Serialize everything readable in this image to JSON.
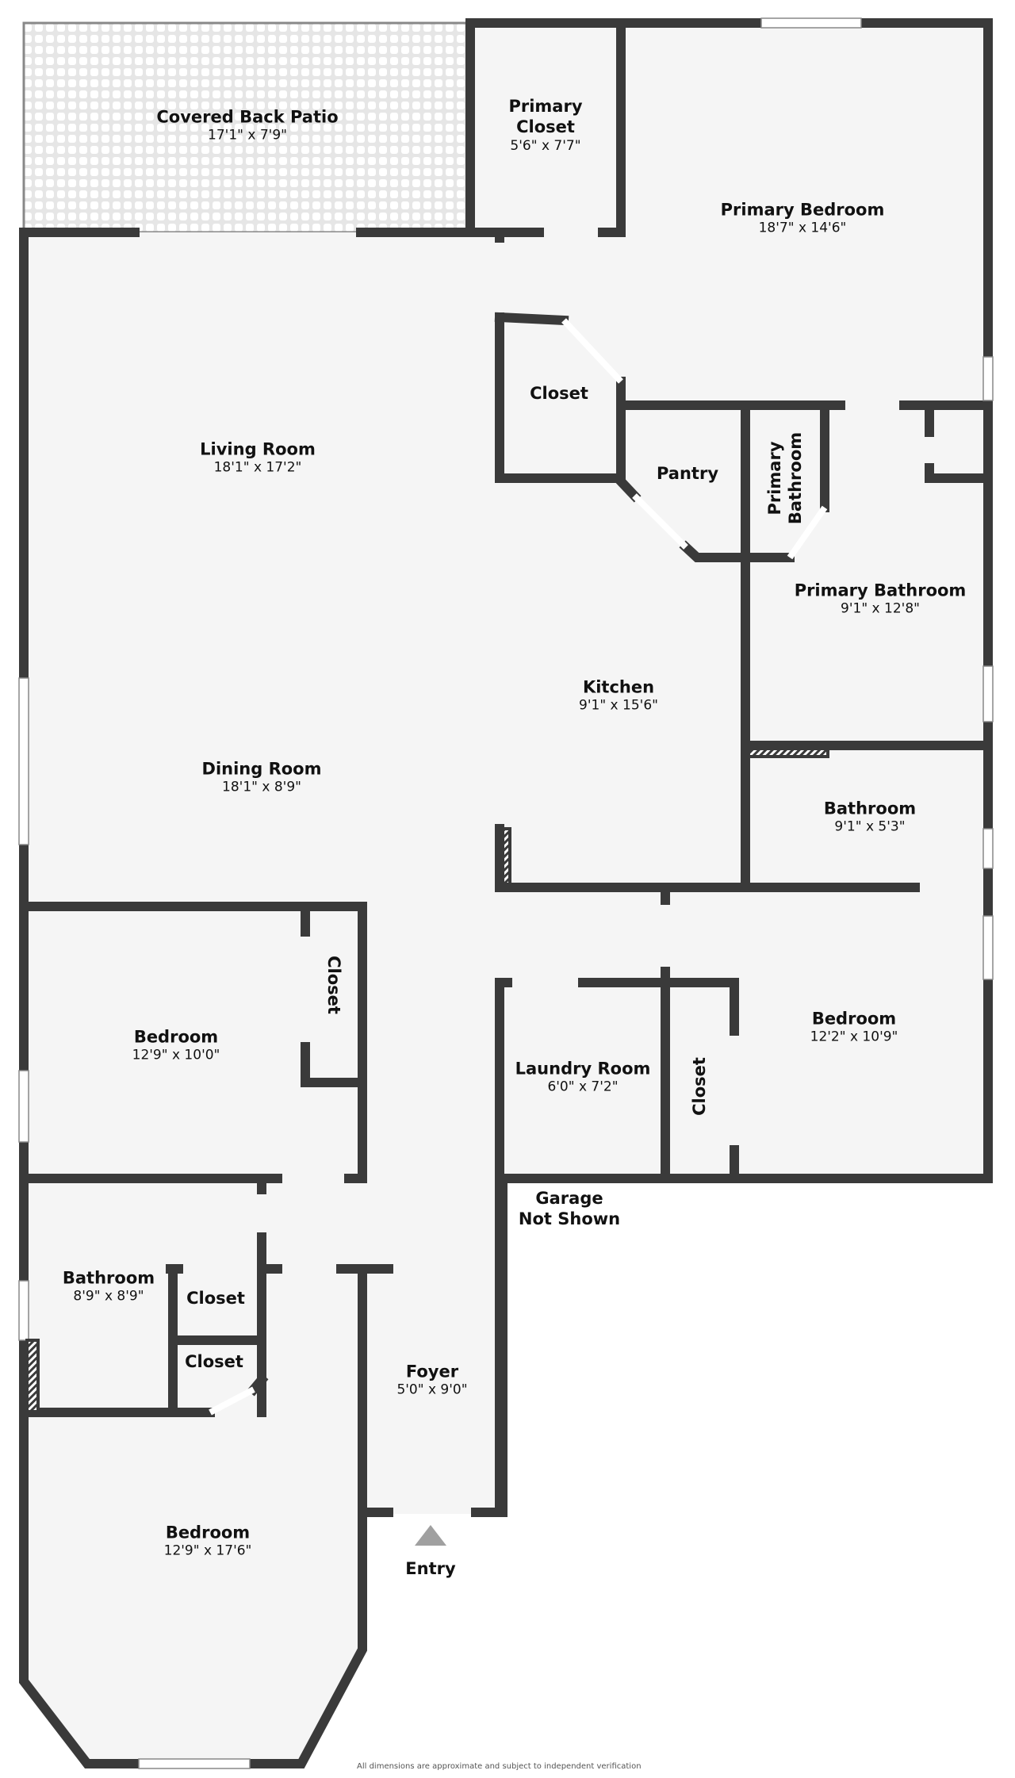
{
  "floorplan": {
    "rooms": [
      {
        "id": "covered-back-patio",
        "name": "Covered Back Patio",
        "dim": "17'1\" x 7'9\""
      },
      {
        "id": "primary-closet",
        "name_line1": "Primary",
        "name_line2": "Closet",
        "dim": "5'6\" x 7'7\""
      },
      {
        "id": "primary-bedroom",
        "name": "Primary Bedroom",
        "dim": "18'7\" x 14'6\""
      },
      {
        "id": "living-room",
        "name": "Living Room",
        "dim": "18'1\" x 17'2\""
      },
      {
        "id": "closet-kitchen",
        "name": "Closet"
      },
      {
        "id": "pantry",
        "name": "Pantry"
      },
      {
        "id": "primary-bathroom-wc",
        "name_line1": "Primary",
        "name_line2": "Bathroom"
      },
      {
        "id": "primary-bathroom",
        "name": "Primary Bathroom",
        "dim": "9'1\" x 12'8\""
      },
      {
        "id": "kitchen",
        "name": "Kitchen",
        "dim": "9'1\" x 15'6\""
      },
      {
        "id": "dining-room",
        "name": "Dining Room",
        "dim": "18'1\" x 8'9\""
      },
      {
        "id": "bathroom-east",
        "name": "Bathroom",
        "dim": "9'1\" x 5'3\""
      },
      {
        "id": "bedroom-west",
        "name": "Bedroom",
        "dim": "12'9\" x 10'0\""
      },
      {
        "id": "closet-bedroom-west",
        "name": "Closet"
      },
      {
        "id": "laundry-room",
        "name": "Laundry Room",
        "dim": "6'0\" x 7'2\""
      },
      {
        "id": "closet-bedroom-east",
        "name": "Closet"
      },
      {
        "id": "bedroom-east",
        "name": "Bedroom",
        "dim": "12'2\" x 10'9\""
      },
      {
        "id": "bathroom-west",
        "name": "Bathroom",
        "dim": "8'9\" x 8'9\""
      },
      {
        "id": "closet-upper",
        "name": "Closet"
      },
      {
        "id": "closet-lower",
        "name": "Closet"
      },
      {
        "id": "foyer",
        "name": "Foyer",
        "dim": "5'0\" x 9'0\""
      },
      {
        "id": "bedroom-south",
        "name": "Bedroom",
        "dim": "12'9\" x 17'6\""
      }
    ],
    "annotations": {
      "garage_line1": "Garage",
      "garage_line2": "Not Shown",
      "entry": "Entry",
      "disclaimer": "All dimensions are approximate and subject to independent verification"
    },
    "colors": {
      "wall": "#3a3a3a",
      "floor": "#f5f5f5",
      "patio": "#e8e8e8",
      "entry_arrow": "#a0a0a0",
      "background": "#ffffff"
    }
  }
}
